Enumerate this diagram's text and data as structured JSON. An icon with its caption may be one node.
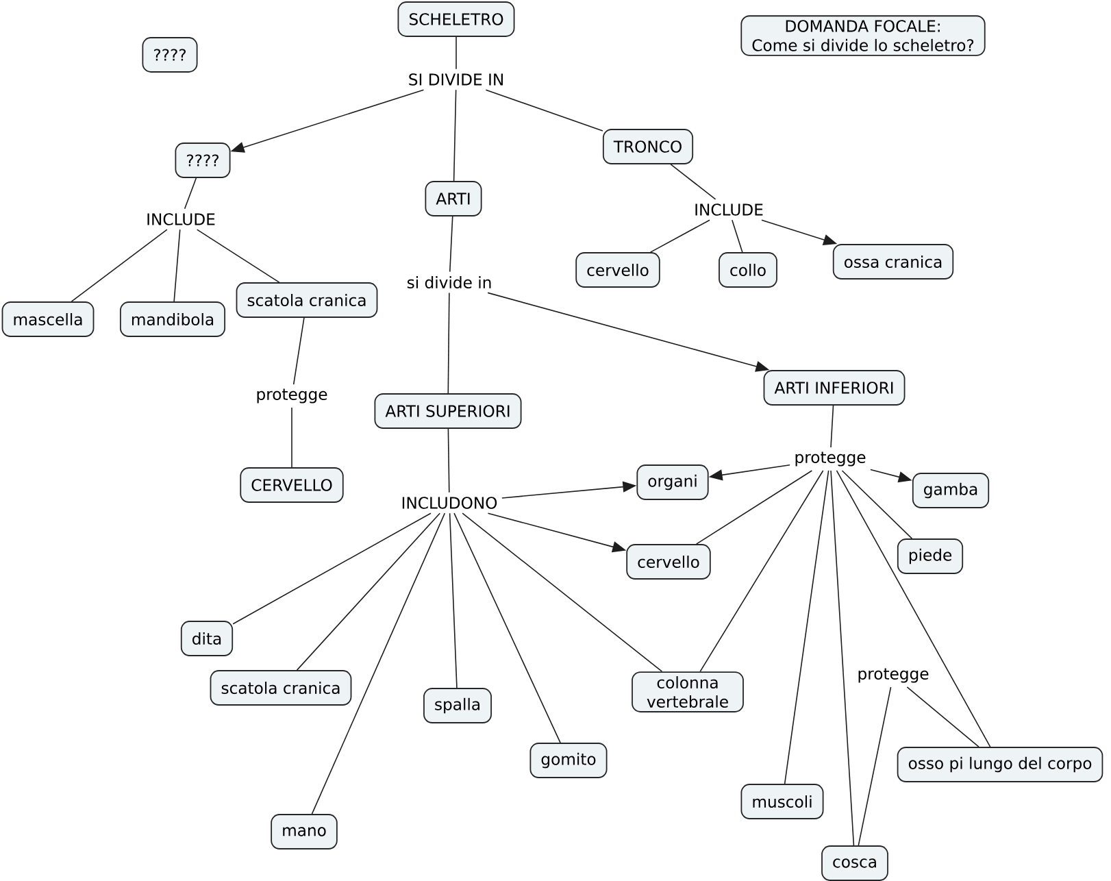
{
  "diagram": {
    "nodes": [
      {
        "text": [
          "SCHELETRO"
        ]
      },
      {
        "text": [
          "DOMANDA FOCALE:",
          "Come si divide lo scheletro?"
        ]
      },
      {
        "text": [
          "????"
        ]
      },
      {
        "text": [
          "SI DIVIDE IN"
        ]
      },
      {
        "text": [
          "TRONCO"
        ]
      },
      {
        "text": [
          "????"
        ]
      },
      {
        "text": [
          "ARTI"
        ]
      },
      {
        "text": [
          "INCLUDE"
        ]
      },
      {
        "text": [
          "INCLUDE"
        ]
      },
      {
        "text": [
          "ossa cranica"
        ]
      },
      {
        "text": [
          "cervello"
        ]
      },
      {
        "text": [
          "collo"
        ]
      },
      {
        "text": [
          "si divide in"
        ]
      },
      {
        "text": [
          "mascella"
        ]
      },
      {
        "text": [
          "mandibola"
        ]
      },
      {
        "text": [
          "scatola cranica"
        ]
      },
      {
        "text": [
          "ARTI INFERIORI"
        ]
      },
      {
        "text": [
          "protegge"
        ]
      },
      {
        "text": [
          "ARTI SUPERIORI"
        ]
      },
      {
        "text": [
          "protegge"
        ]
      },
      {
        "text": [
          "organi"
        ]
      },
      {
        "text": [
          "CERVELLO"
        ]
      },
      {
        "text": [
          "gamba"
        ]
      },
      {
        "text": [
          "INCLUDONO"
        ]
      },
      {
        "text": [
          "piede"
        ]
      },
      {
        "text": [
          "cervello"
        ]
      },
      {
        "text": [
          "dita"
        ]
      },
      {
        "text": [
          "protegge"
        ]
      },
      {
        "text": [
          "scatola cranica"
        ]
      },
      {
        "text": [
          "colonna vertebrale"
        ]
      },
      {
        "text": [
          "spalla"
        ]
      },
      {
        "text": [
          "gomito"
        ]
      },
      {
        "text": [
          "osso pi lungo del corpo"
        ]
      },
      {
        "text": [
          "muscoli"
        ]
      },
      {
        "text": [
          "mano"
        ]
      },
      {
        "text": [
          "cosca"
        ]
      }
    ],
    "edges": [
      {
        "from": 0,
        "to": 3,
        "arrow": "none"
      },
      {
        "from": 3,
        "to": 5,
        "arrow": "to"
      },
      {
        "from": 3,
        "to": 6,
        "arrow": "none"
      },
      {
        "from": 3,
        "to": 4,
        "arrow": "none"
      },
      {
        "from": 5,
        "to": 8,
        "arrow": "none"
      },
      {
        "from": 8,
        "to": 13,
        "arrow": "none"
      },
      {
        "from": 8,
        "to": 14,
        "arrow": "none"
      },
      {
        "from": 8,
        "to": 15,
        "arrow": "none"
      },
      {
        "from": 15,
        "to": 17,
        "arrow": "none"
      },
      {
        "from": 17,
        "to": 21,
        "arrow": "none"
      },
      {
        "from": 4,
        "to": 7,
        "arrow": "none"
      },
      {
        "from": 7,
        "to": 10,
        "arrow": "none"
      },
      {
        "from": 7,
        "to": 11,
        "arrow": "none"
      },
      {
        "from": 7,
        "to": 9,
        "arrow": "to"
      },
      {
        "from": 6,
        "to": 12,
        "arrow": "none"
      },
      {
        "from": 12,
        "to": 18,
        "arrow": "none"
      },
      {
        "from": 12,
        "to": 16,
        "arrow": "to"
      },
      {
        "from": 18,
        "to": 23,
        "arrow": "none"
      },
      {
        "from": 23,
        "to": 20,
        "arrow": "to"
      },
      {
        "from": 23,
        "to": 25,
        "arrow": "to"
      },
      {
        "from": 23,
        "to": 26,
        "arrow": "none"
      },
      {
        "from": 23,
        "to": 28,
        "arrow": "none"
      },
      {
        "from": 23,
        "to": 34,
        "arrow": "none"
      },
      {
        "from": 23,
        "to": 30,
        "arrow": "none"
      },
      {
        "from": 23,
        "to": 31,
        "arrow": "none"
      },
      {
        "from": 23,
        "to": 29,
        "arrow": "none"
      },
      {
        "from": 16,
        "to": 19,
        "arrow": "none"
      },
      {
        "from": 19,
        "to": 20,
        "arrow": "to"
      },
      {
        "from": 19,
        "to": 22,
        "arrow": "to"
      },
      {
        "from": 19,
        "to": 24,
        "arrow": "none"
      },
      {
        "from": 19,
        "to": 25,
        "arrow": "none"
      },
      {
        "from": 19,
        "to": 29,
        "arrow": "none"
      },
      {
        "from": 19,
        "to": 33,
        "arrow": "none"
      },
      {
        "from": 19,
        "to": 35,
        "arrow": "none"
      },
      {
        "from": 19,
        "to": 32,
        "arrow": "none"
      },
      {
        "from": 32,
        "to": 27,
        "arrow": "none"
      },
      {
        "from": 27,
        "to": 35,
        "arrow": "none"
      }
    ]
  }
}
